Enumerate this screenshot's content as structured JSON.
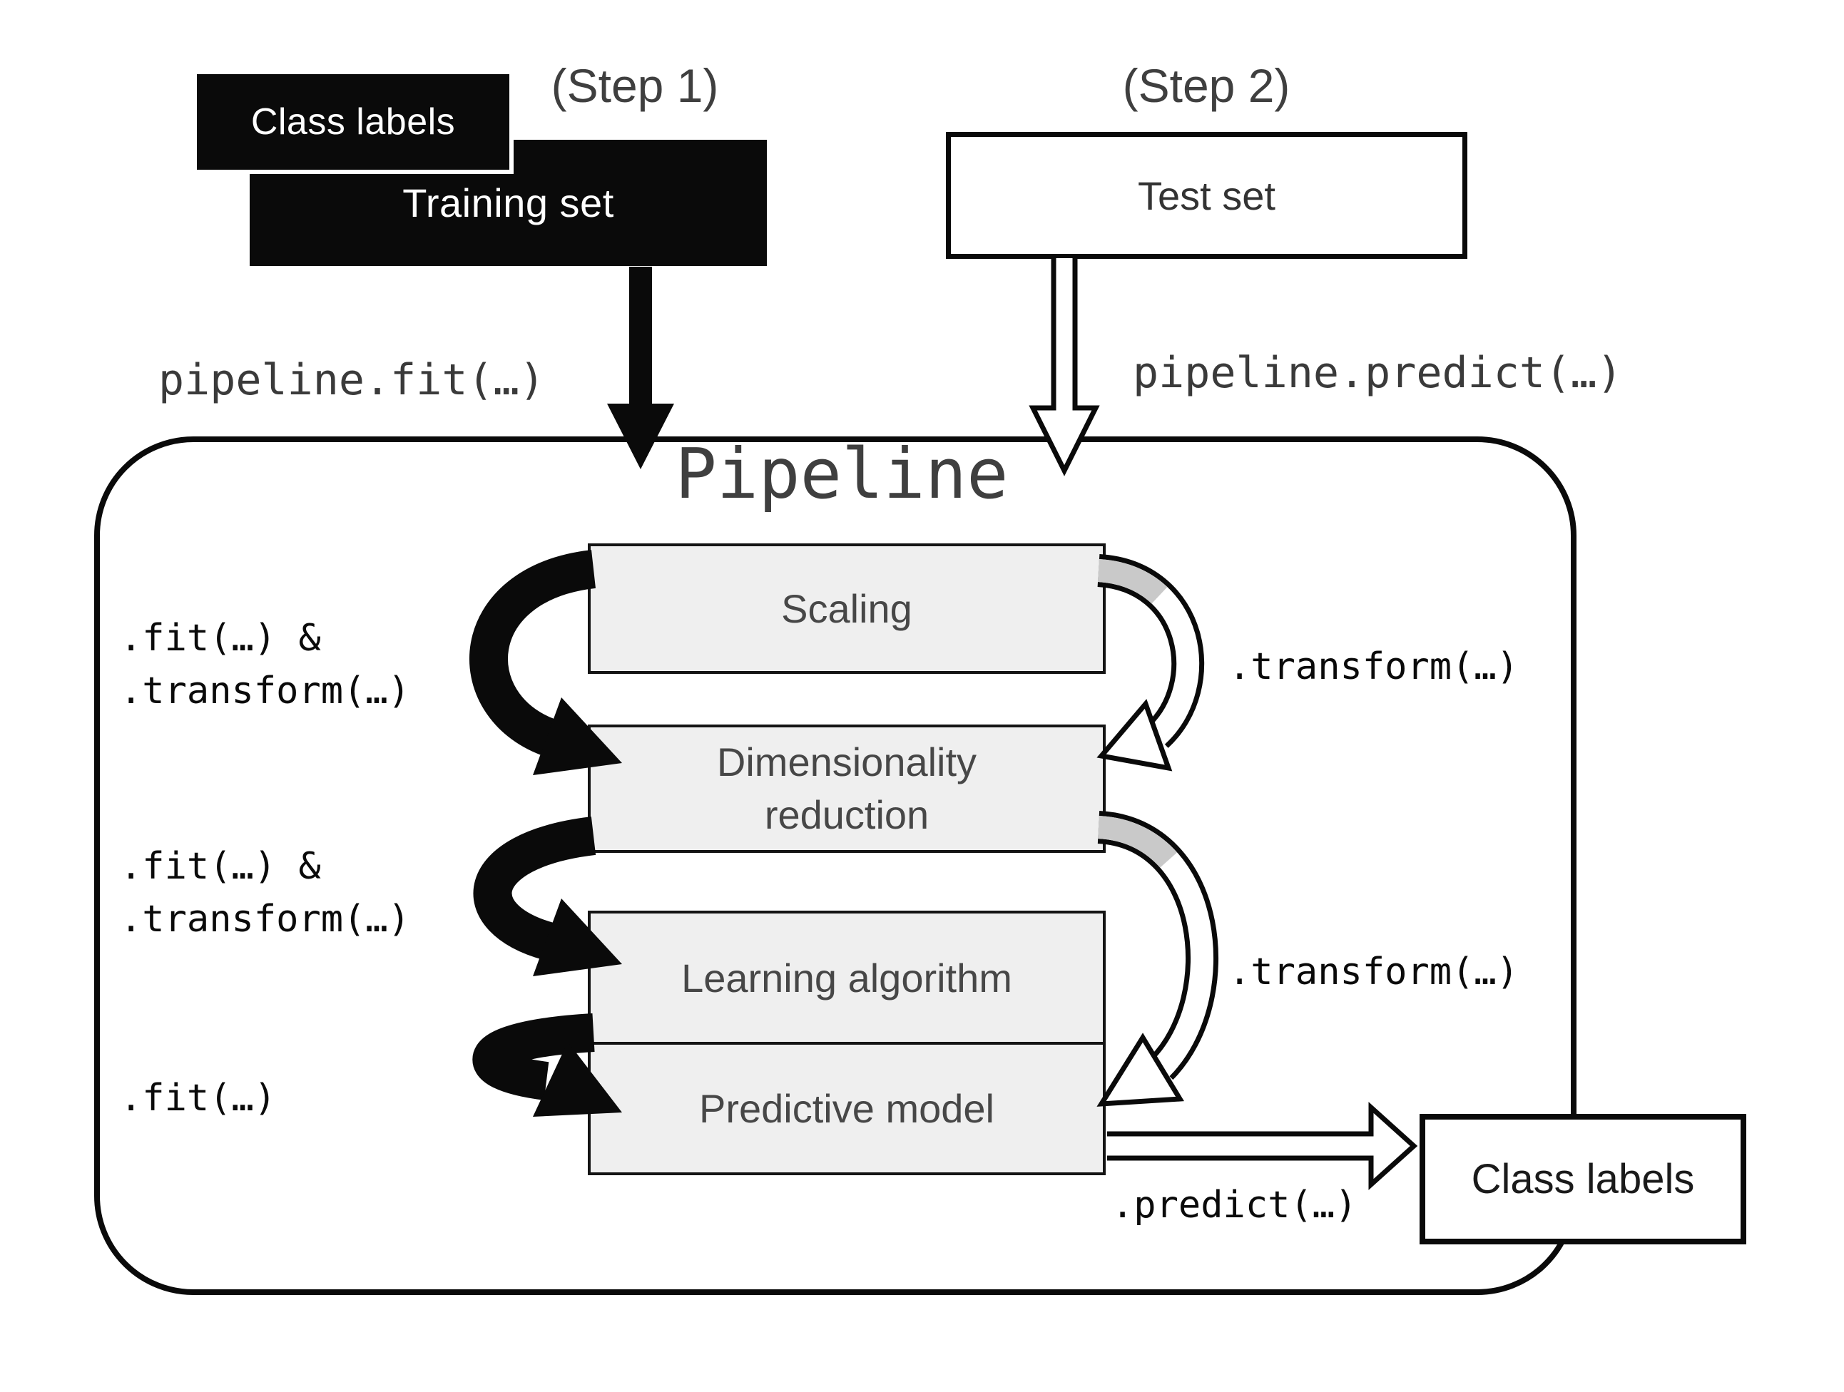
{
  "colors": {
    "background": "#ffffff",
    "box_black": "#0a0a0a",
    "stage_fill": "#efefef",
    "stage_border": "#141414",
    "text_gray": "#3f3f3f",
    "stage_text": "#474747",
    "mono_black": "#0a0a0a",
    "arrow_gray_shade": "#c9c9c9"
  },
  "header": {
    "step1": "(Step 1)",
    "step2": "(Step 2)",
    "class_labels_input": "Class labels",
    "training_set": "Training set",
    "test_set": "Test set",
    "fit_call": "pipeline.fit(…)",
    "predict_call": "pipeline.predict(…)"
  },
  "pipeline": {
    "title": "Pipeline",
    "stages": [
      {
        "label": "Scaling"
      },
      {
        "label": "Dimensionality reduction"
      },
      {
        "label": "Learning algorithm"
      },
      {
        "label": "Predictive model"
      }
    ],
    "left_labels": [
      {
        "text": ".fit(…) &\n.transform(…)"
      },
      {
        "text": ".fit(…) &\n.transform(…)"
      },
      {
        "text": ".fit(…)"
      }
    ],
    "right_labels": [
      {
        "text": ".transform(…)"
      },
      {
        "text": ".transform(…)"
      },
      {
        "text": ".predict(…)"
      }
    ],
    "output_box": "Class labels"
  },
  "icons": {
    "train_flow": "black-down-arrow",
    "test_flow": "white-down-arrow",
    "fit_loops": "black-curved-arrows",
    "transform_loops": "white-curved-arrows",
    "predict_flow": "white-right-arrow"
  }
}
